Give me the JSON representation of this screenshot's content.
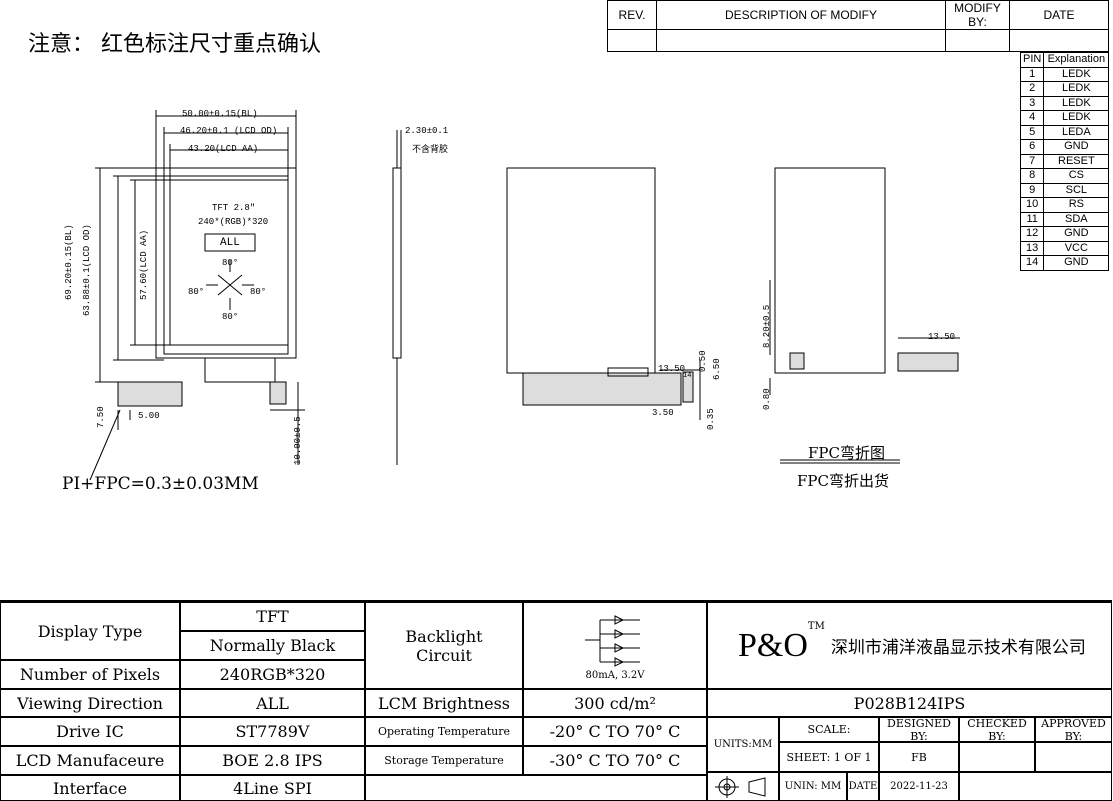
{
  "note": "注意： 红色标注尺寸重点确认",
  "revision_table": {
    "headers": [
      "REV.",
      "DESCRIPTION OF MODIFY",
      "MODIFY BY:",
      "DATE"
    ]
  },
  "pin_table": {
    "headers": [
      "PIN",
      "Explanation"
    ],
    "rows": [
      [
        "1",
        "LEDK"
      ],
      [
        "2",
        "LEDK"
      ],
      [
        "3",
        "LEDK"
      ],
      [
        "4",
        "LEDK"
      ],
      [
        "5",
        "LEDA"
      ],
      [
        "6",
        "GND"
      ],
      [
        "7",
        "RESET"
      ],
      [
        "8",
        "CS"
      ],
      [
        "9",
        "SCL"
      ],
      [
        "10",
        "RS"
      ],
      [
        "11",
        "SDA"
      ],
      [
        "12",
        "GND"
      ],
      [
        "13",
        "VCC"
      ],
      [
        "14",
        "GND"
      ]
    ]
  },
  "front_view": {
    "dim_bl_width": "50.00±0.15(BL)",
    "dim_lcd_od_width": "46.20±0.1 (LCD OD)",
    "dim_lcd_aa_width": "43.20(LCD AA)",
    "dim_bl_height": "69.20±0.15(BL)",
    "dim_lcd_od_height": "63.88±0.1(LCD OD)",
    "dim_lcd_aa_height": "57.60(LCD AA)",
    "screen_title": "TFT 2.8\"",
    "screen_resolution": "240*(RGB)*320",
    "screen_view": "ALL",
    "angle_top": "80°",
    "angle_left": "80°",
    "angle_right": "80°",
    "angle_bottom": "80°",
    "dim_750": "7.50",
    "dim_500": "5.00",
    "dim_1000": "10.00±0.5",
    "pi_fpc_note": "PI+FPC=0.3±0.03MM"
  },
  "side_view": {
    "dim_thickness": "2.30±0.1",
    "note_no_tape": "不含背胶"
  },
  "back_view": {
    "dim_1350": "13.50",
    "dim_050": "0.50",
    "dim_650": "6.50",
    "dim_350": "3.50",
    "dim_035": "0.35",
    "fpc_label": "14"
  },
  "fpc_view": {
    "dim_820": "8.20±0.5",
    "dim_1350": "13.50",
    "dim_080": "0.80",
    "title_bend": "FPC弯折图",
    "title_ship": "FPC弯折出货"
  },
  "specs": {
    "display_type_label": "Display Type",
    "display_type_value1": "TFT",
    "display_type_value2": "Normally Black",
    "pixels_label": "Number of Pixels",
    "pixels_value": "240RGB*320",
    "viewing_label": "Viewing Direction",
    "viewing_value": "ALL",
    "drive_ic_label": "Drive IC",
    "drive_ic_value": "ST7789V",
    "lcd_manu_label": "LCD Manufaceure",
    "lcd_manu_value": "BOE 2.8 IPS",
    "interface_label": "Interface",
    "interface_value": "4Line SPI",
    "backlight_label": "Backlight Circuit",
    "backlight_note": "80mA, 3.2V",
    "brightness_label": "LCM Brightness",
    "brightness_value": "300 cd/m²",
    "op_temp_label": "Operating Temperature",
    "op_temp_value": "-20° C TO 70° C",
    "st_temp_label": "Storage Temperature",
    "st_temp_value": "-30° C TO 70° C"
  },
  "title_block": {
    "logo": "P&O",
    "logo_tm": "TM",
    "company": "深圳市浦洋液晶显示技术有限公司",
    "part_number": "P028B124IPS",
    "units_label": "UNITS:MM",
    "scale_label": "SCALE:",
    "designed_label": "DESIGNED BY:",
    "checked_label": "CHECKED BY:",
    "approved_label": "APPROVED BY:",
    "sheet_label": "SHEET: 1 OF 1",
    "designer": "FB",
    "unin_label": "UNIN: MM",
    "date_label": "DATE",
    "date_value": "2022-11-23"
  }
}
